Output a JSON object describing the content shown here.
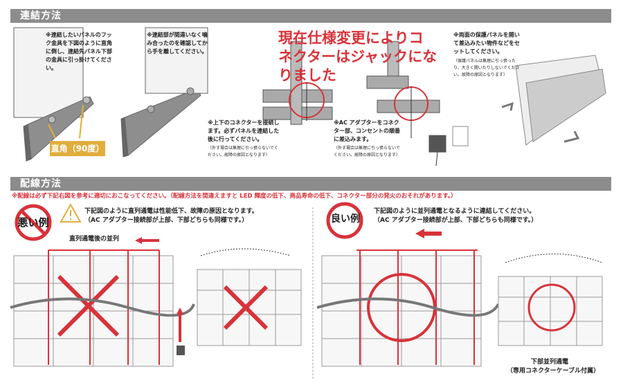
{
  "sections": {
    "connect_title": "連結方法",
    "wiring_title": "配線方法"
  },
  "connect": {
    "note1": "※連結したいパネルのフック金具を下図のように直角に倒し、連結先パネル下部の金具に引っ掛けてください。",
    "note2": "※連結部が間違いなく噛み合ったのを確認してから手を離してください。",
    "angle_label": "直角（90度）",
    "red_notice": "現在仕様変更によりコネクターはジャックになりました",
    "note3": "※上下のコネクターを接続します。必ずパネルを連結した後に行ってください。",
    "note3_small": "（外す場合は無理に引っ張らないでください。故障の原因となります）",
    "note4": "※AC アダプターをコネクター部、コンセントの順番に差込みます。",
    "note4_small": "（外す場合は無理に引っ張らないでください。故障の原因となります）",
    "note5": "※両面の保護パネルを開いて差込みたい物件などをセットしてください。",
    "note5_small": "（保護パネルは無理に引っ張ったり、大きく開いたりしないでください。故障の原因となります）"
  },
  "wiring": {
    "warning": "※配線は必ず下記右図を参考に適切におこなってください。（配線方法を間違えますと LED 輝度の低下、商品寿命の低下、コネクター部分の発火のおそれがあります。）",
    "bad_badge": "悪い例",
    "bad_text_1": "下記図のように直列通電は性能低下、故障の原因となります。",
    "bad_text_2": "（AC アダプター接続部が上部、下部どちらも同様です。）",
    "bad_diagram_label": "直列通電後の並列",
    "good_badge": "良い例",
    "good_text_1": "下記図のように並列通電となるように連結してください。",
    "good_text_2": "（AC アダプター接続部が上部、下部どちらも同様です。）",
    "good_caption_1": "下部並列通電",
    "good_caption_2": "（専用コネクターケーブル付属）"
  },
  "colors": {
    "accent": "#d8323a",
    "bar": "#8c8c8c",
    "badge_gold": "#e1ad3c"
  }
}
